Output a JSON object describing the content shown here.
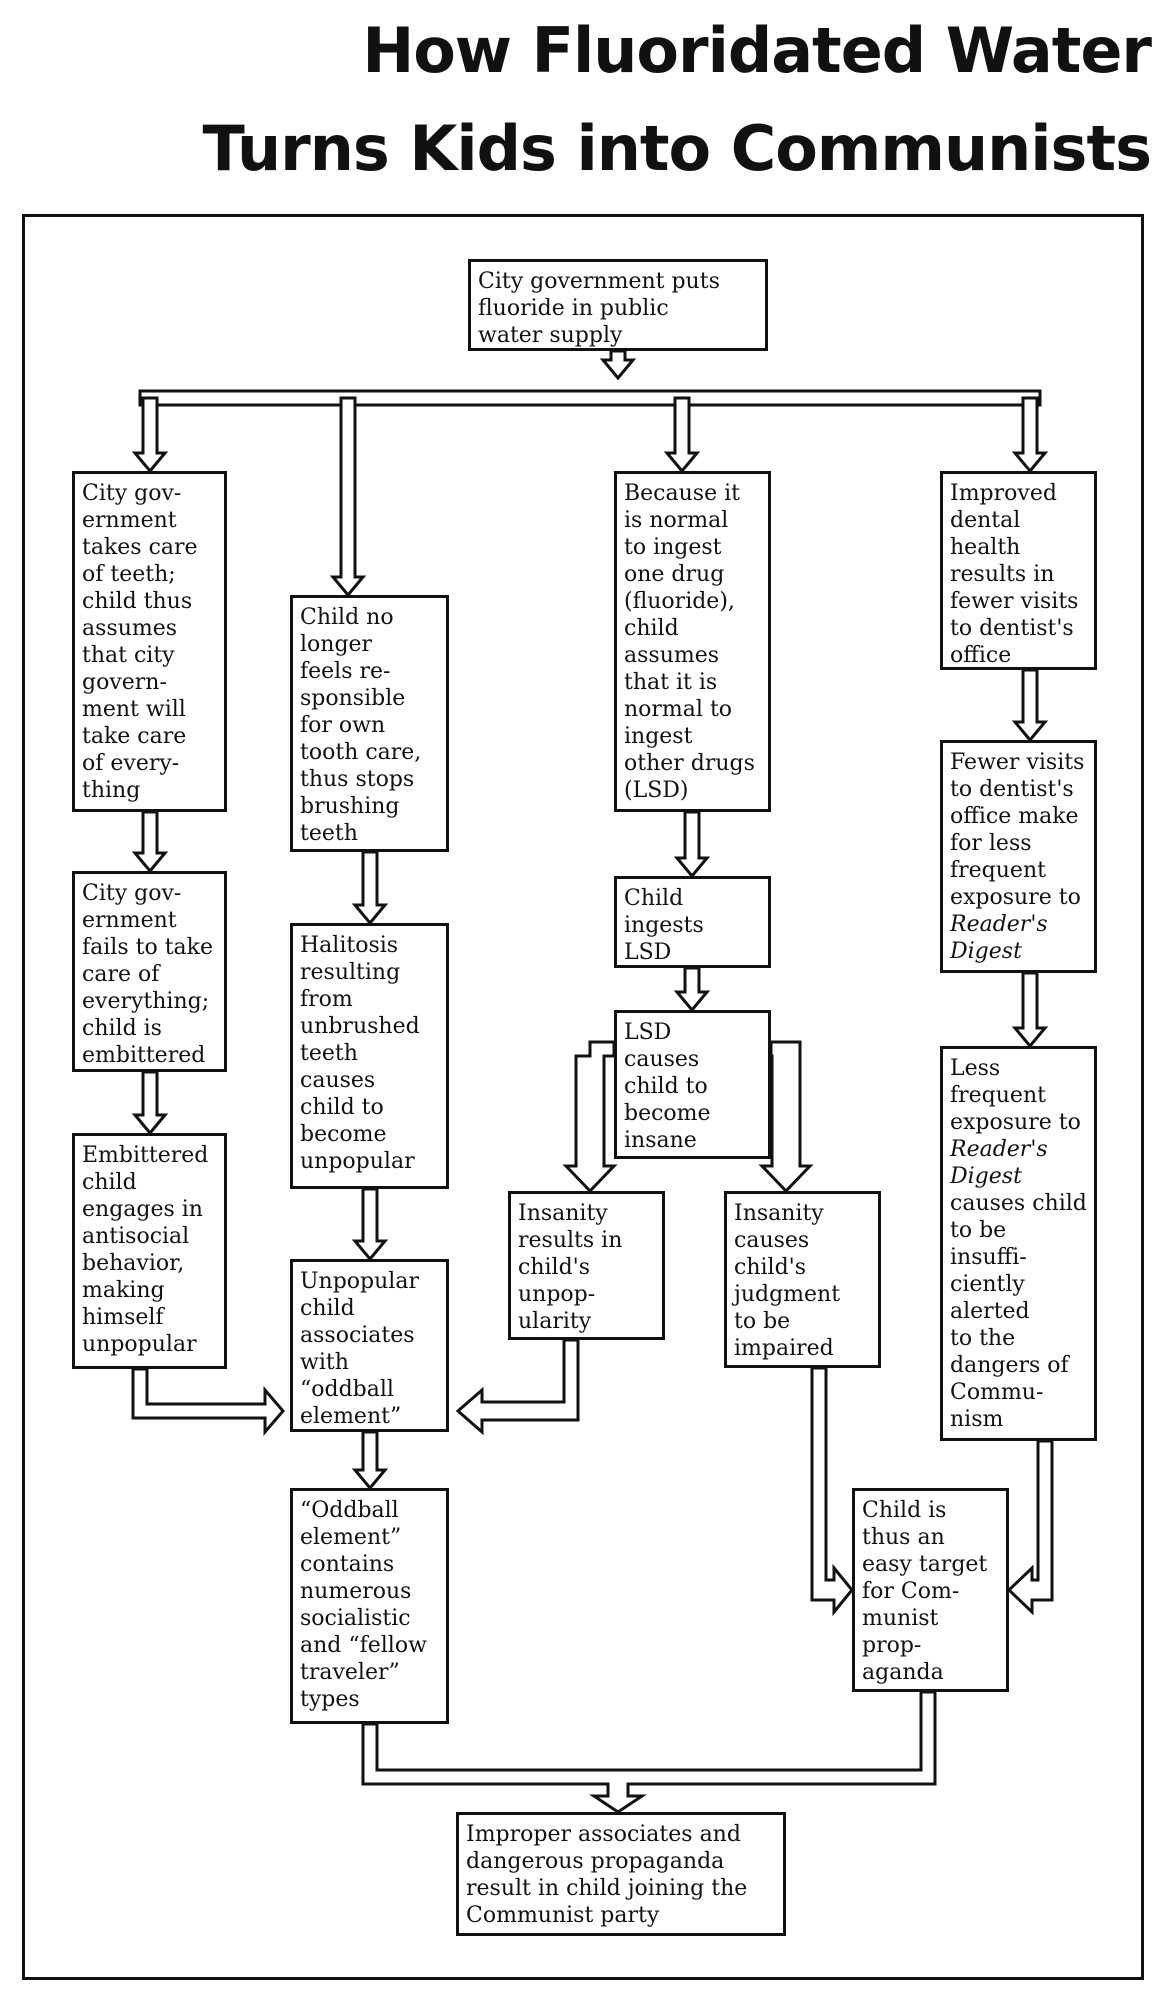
{
  "title": {
    "line1": "How Fluoridated Water",
    "line2": "Turns Kids into Communists"
  },
  "boxes": {
    "fluoride": "City government puts\nfluoride in public\nwater supply",
    "city_care": "City gov-\nernment\ntakes care\nof teeth;\nchild thus\nassumes\nthat city\ngovern-\nment will\ntake care\nof every-\nthing",
    "no_brushing": "Child no\nlonger\nfeels re-\nsponsible\nfor own\ntooth care,\nthus stops\nbrushing\nteeth",
    "drug_normal": "Because it\nis normal\nto ingest\none drug\n(fluoride),\nchild\nassumes\nthat it is\nnormal to\ningest\nother drugs\n(LSD)",
    "dental_health": "Improved\ndental\nhealth\nresults in\nfewer visits\nto dentist's\noffice",
    "city_fails": "City gov-\nernment\nfails to take\ncare of\neverything;\nchild is\nembittered",
    "halitosis": "Halitosis\nresulting\nfrom\nunbrushed\nteeth\ncauses\nchild to\nbecome\nunpopular",
    "ingests_lsd": "Child\ningests\nLSD",
    "fewer_visits": {
      "text": "Fewer visits\nto dentist's\noffice make\nfor less\nfrequent\nexposure to\n",
      "em": "Reader's\nDigest"
    },
    "lsd_insane": "LSD\ncauses\nchild to\nbecome\ninsane",
    "less_exposure": {
      "text1": "Less\nfrequent\nexposure to\n",
      "em": "Reader's\nDigest",
      "text2": "\ncauses child\nto be\ninsuffi-\nciently\nalerted\nto the\ndangers of\nCommu-\nnism"
    },
    "embittered": "Embittered\nchild\nengages in\nantisocial\nbehavior,\nmaking\nhimself\nunpopular",
    "unpopularity": "Insanity\nresults in\nchild's\nunpop-\nularity",
    "judgment": "Insanity\ncauses\nchild's\njudgment\nto be\nimpaired",
    "oddball_assoc": "Unpopular\nchild\nassociates\nwith\n“oddball\nelement”",
    "oddball_socialist": "“Oddball\nelement”\ncontains\nnumerous\nsocialistic\nand “fellow\ntraveler”\ntypes",
    "easy_target": "Child  is\nthus an\neasy target\nfor Com-\nmunist\nprop-\naganda",
    "joins_party": "Improper associates and\ndangerous propaganda\nresult in child joining the\nCommunist party"
  }
}
